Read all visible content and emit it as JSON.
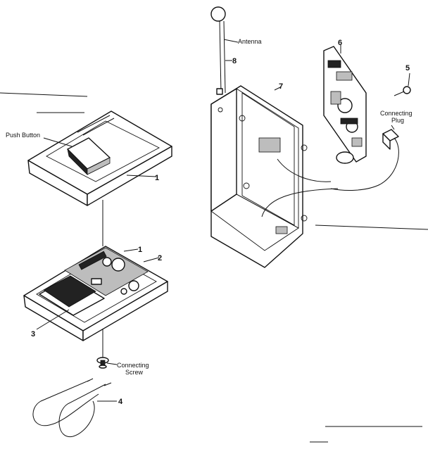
{
  "labels": {
    "push_button": "Push Button",
    "antenna": "Antenna",
    "connecting_plug_line1": "Connecting",
    "connecting_plug_line2": "Plug",
    "connecting_screw_line1": "Connecting",
    "connecting_screw_line2": "Screw"
  },
  "part_numbers": {
    "cover": "1",
    "transmitter_board": "1",
    "board_label": "2",
    "battery": "3",
    "antenna_wire": "4",
    "screw": "5",
    "receiver_board": "6",
    "receiver_housing": "7",
    "antenna_rod": "8"
  }
}
